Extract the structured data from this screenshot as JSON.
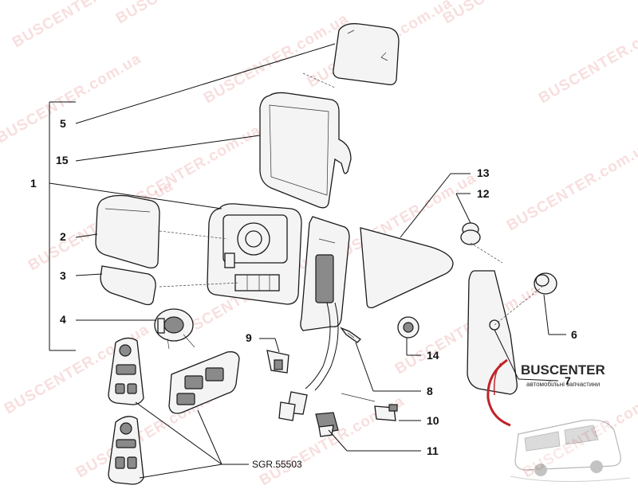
{
  "watermark": "BUSCENTER.com.ua",
  "callouts": {
    "c1": "1",
    "c2": "2",
    "c3": "3",
    "c4": "4",
    "c5": "5",
    "c6": "6",
    "c7": "7",
    "c8": "8",
    "c9": "9",
    "c10": "10",
    "c11": "11",
    "c12": "12",
    "c13": "13",
    "c14": "14",
    "c15": "15"
  },
  "reference_code": "SGR.55503",
  "logo": {
    "name": "BUSCENTER",
    "tagline": "автомобільні запчастини",
    "icon": "bus-icon"
  }
}
